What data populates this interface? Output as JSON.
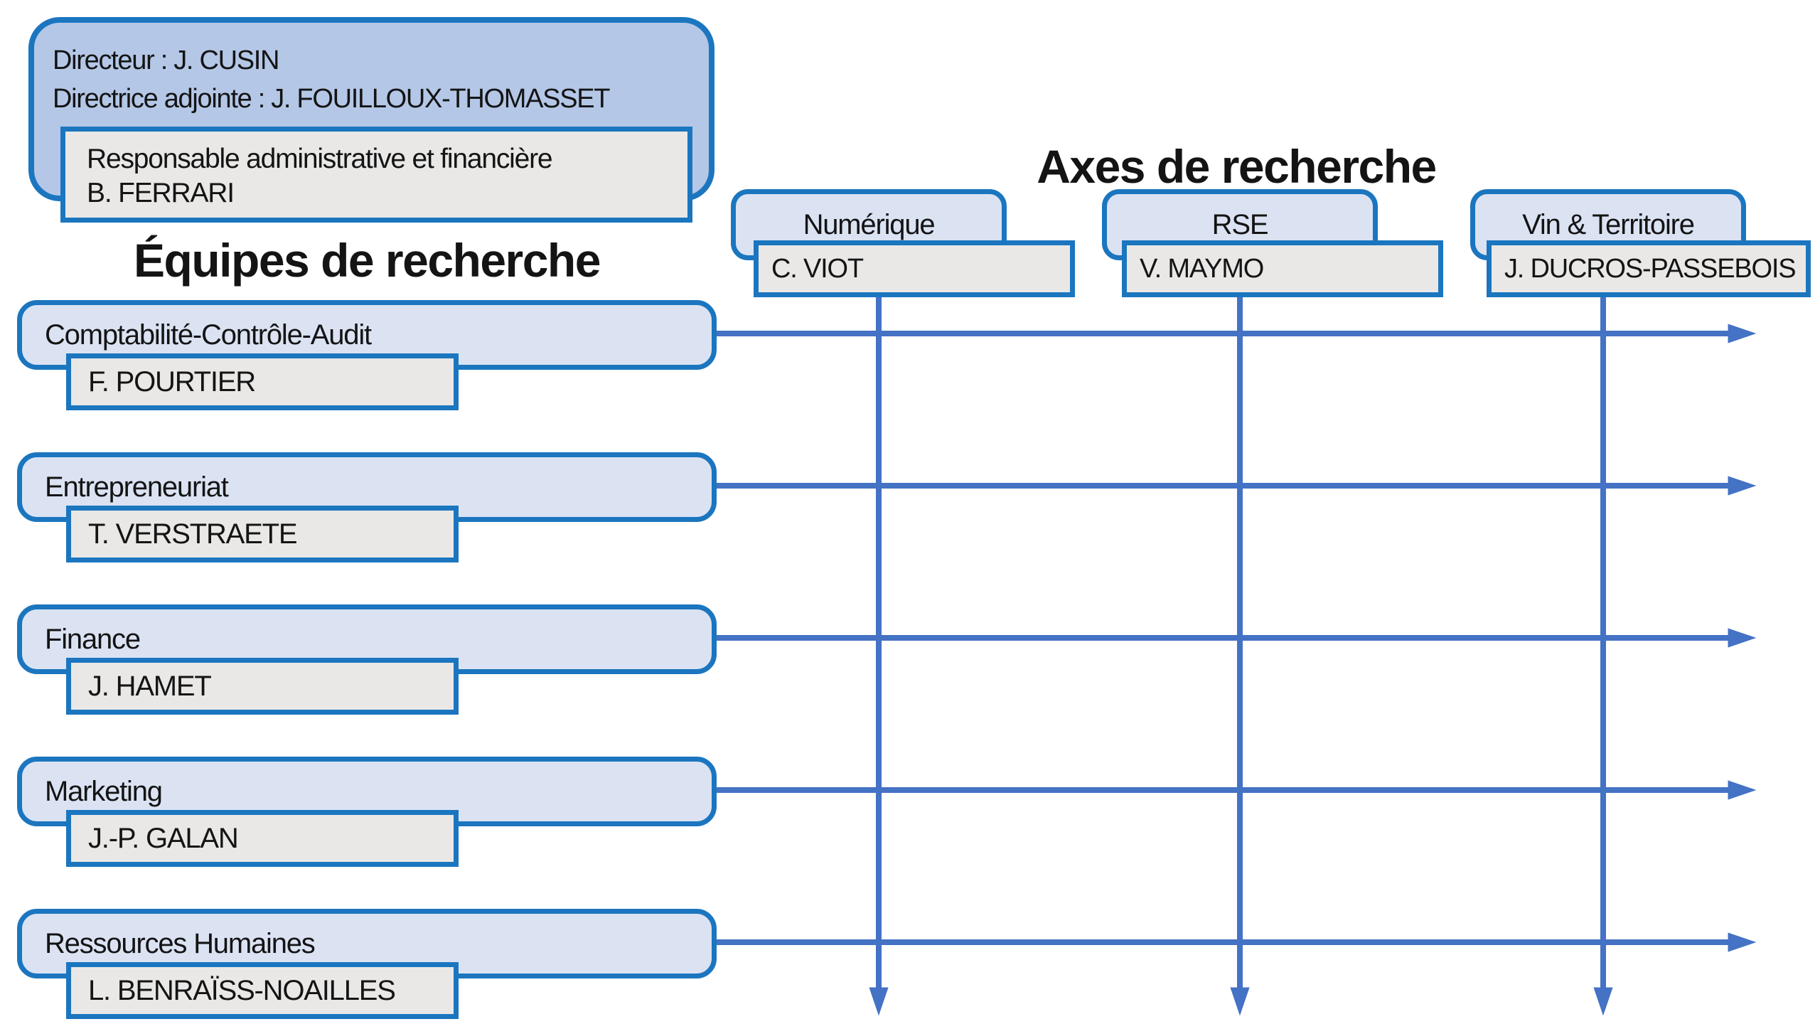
{
  "direction": {
    "line1": "Directeur : J. CUSIN",
    "line2": "Directrice adjointe : J. FOUILLOUX-THOMASSET",
    "admin_role": "Responsable administrative et financière",
    "admin_name": "B. FERRARI"
  },
  "titles": {
    "teams": "Équipes de recherche",
    "axes": "Axes de recherche"
  },
  "axes": [
    {
      "label": "Numérique",
      "lead": "C. VIOT"
    },
    {
      "label": "RSE",
      "lead": "V. MAYMO"
    },
    {
      "label": "Vin & Territoire",
      "lead": "J. DUCROS-PASSEBOIS"
    }
  ],
  "teams": [
    {
      "label": "Comptabilité-Contrôle-Audit",
      "lead": "F. POURTIER"
    },
    {
      "label": "Entrepreneuriat",
      "lead": "T. VERSTRAETE"
    },
    {
      "label": "Finance",
      "lead": "J. HAMET"
    },
    {
      "label": "Marketing",
      "lead": "J.-P. GALAN"
    },
    {
      "label": "Ressources Humaines",
      "lead": "L. BENRAÏSS-NOAILLES"
    }
  ],
  "colors": {
    "border_blue": "#1b76bf",
    "arrow_blue": "#4472c4",
    "fill_header": "#b4c7e7",
    "fill_light": "#dbe3f3",
    "fill_gray": "#e9e8e7",
    "text": "#141414"
  }
}
